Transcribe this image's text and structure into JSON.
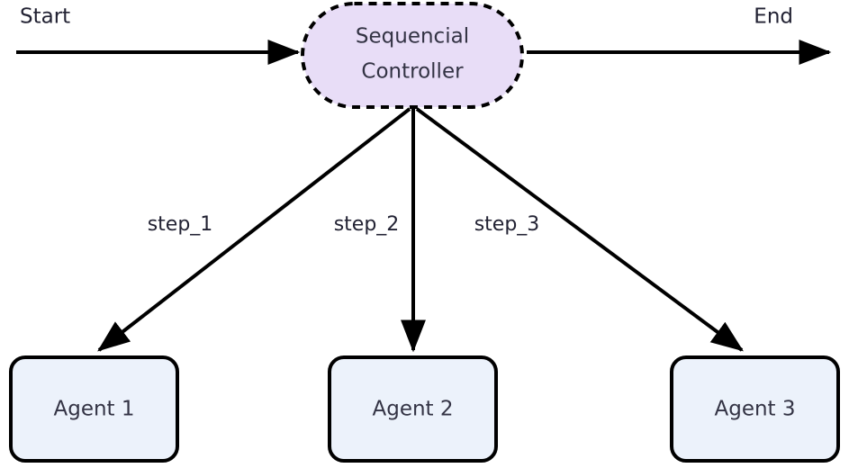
{
  "diagram": {
    "type": "flowchart",
    "background_color": "#ffffff",
    "title_text": "",
    "terminals": {
      "start_label": "Start",
      "end_label": "End"
    },
    "controller": {
      "label_line_1": "Sequencial",
      "label_line_2": "Controller",
      "shape": "stadium",
      "border_style": "dashed",
      "fill_color": "#e8ddf7",
      "border_color": "#000000",
      "text_color": "#333344"
    },
    "agents": [
      {
        "id": "agent-1",
        "label": "Agent 1",
        "shape": "rounded-rectangle",
        "fill_color": "#ecf2fb",
        "border_color": "#000000"
      },
      {
        "id": "agent-2",
        "label": "Agent 2",
        "shape": "rounded-rectangle",
        "fill_color": "#ecf2fb",
        "border_color": "#000000"
      },
      {
        "id": "agent-3",
        "label": "Agent 3",
        "shape": "rounded-rectangle",
        "fill_color": "#ecf2fb",
        "border_color": "#000000"
      }
    ],
    "edges": [
      {
        "id": "edge-start",
        "label": "",
        "from": "Start",
        "to": "Sequencial Controller"
      },
      {
        "id": "edge-end",
        "label": "",
        "from": "Sequencial Controller",
        "to": "End"
      },
      {
        "id": "edge-step-1",
        "label": "step_1",
        "from": "Sequencial Controller",
        "to": "Agent 1"
      },
      {
        "id": "edge-step-2",
        "label": "step_2",
        "from": "Sequencial Controller",
        "to": "Agent 2"
      },
      {
        "id": "edge-step-3",
        "label": "step_3",
        "from": "Sequencial Controller",
        "to": "Agent 3"
      }
    ],
    "edge_color": "#000000"
  }
}
